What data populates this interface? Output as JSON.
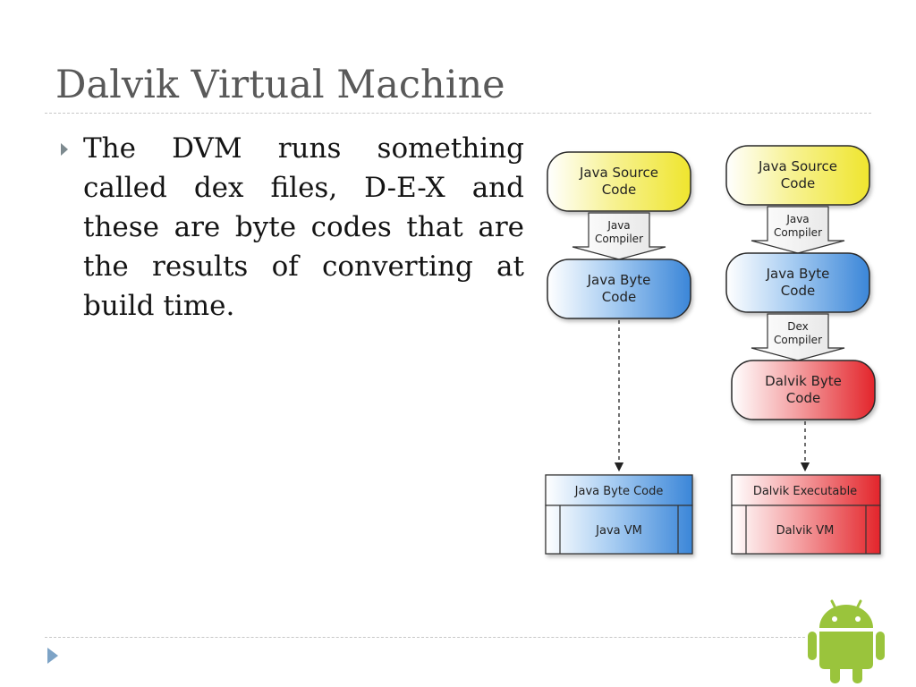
{
  "slide": {
    "title": "Dalvik Virtual Machine",
    "bullet": "The DVM runs something called dex files, D-E-X and these are byte codes that are the results of converting at build time."
  },
  "diagram": {
    "java_path": {
      "source_line1": "Java Source",
      "source_line2": "Code",
      "compiler_line1": "Java",
      "compiler_line2": "Compiler",
      "bytecode_line1": "Java Byte",
      "bytecode_line2": "Code",
      "runtime_header": "Java Byte Code",
      "runtime_vm": "Java VM"
    },
    "dalvik_path": {
      "source_line1": "Java Source",
      "source_line2": "Code",
      "compiler1_line1": "Java",
      "compiler1_line2": "Compiler",
      "bytecode_line1": "Java Byte",
      "bytecode_line2": "Code",
      "compiler2_line1": "Dex",
      "compiler2_line2": "Compiler",
      "dalvik_bytecode_line1": "Dalvik Byte",
      "dalvik_bytecode_line2": "Code",
      "runtime_header": "Dalvik Executable",
      "runtime_vm": "Dalvik VM"
    }
  },
  "colors": {
    "title": "#595959",
    "source_yellow": "#f0ea3a",
    "bytecode_blue": "#3b86d8",
    "dalvik_red": "#e5262c",
    "android_green": "#9ac43c",
    "accent_blue": "#7da3c6"
  },
  "icons": {
    "bullet": "triangle-right-icon",
    "nav": "triangle-right-icon",
    "logo": "android-robot-icon"
  }
}
